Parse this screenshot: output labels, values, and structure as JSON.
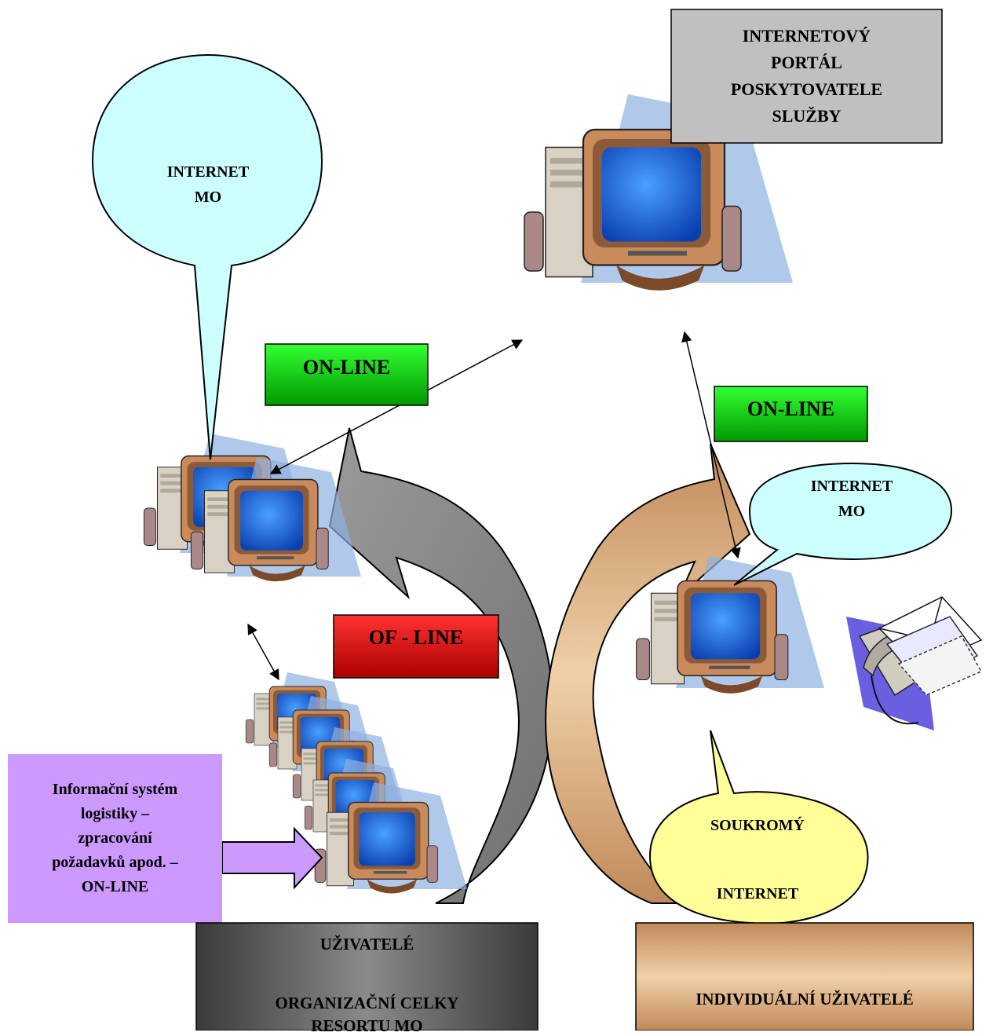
{
  "portal_box": {
    "lines": [
      "INTERNETOVÝ",
      "PORTÁL",
      "POSKYTOVATELE",
      "SLUŽBY"
    ],
    "color": "#c0c0c0"
  },
  "bubble_internet_mo_left": {
    "lines": [
      "INTERNET",
      "MO"
    ],
    "color": "#ccffff"
  },
  "bubble_internet_mo_right": {
    "lines": [
      "INTERNET",
      "MO"
    ],
    "color": "#ccffff"
  },
  "bubble_private_internet": {
    "lines": [
      "SOUKROMÝ",
      "INTERNET"
    ],
    "color": "#ffff99"
  },
  "online_label_left": {
    "text": "ON-LINE",
    "color": "#00cc00"
  },
  "online_label_right": {
    "text": "ON-LINE",
    "color": "#00cc00"
  },
  "offline_label": {
    "text": "OF - LINE",
    "color": "#dd0000"
  },
  "info_system_box": {
    "lines": [
      "Informační systém",
      "logistiky –",
      "zpracování",
      "požadavků apod. –",
      "ON-LINE"
    ],
    "color": "#cc99ff"
  },
  "users_org_box": {
    "lines": [
      "UŽIVATELÉ",
      "ORGANIZAČNÍ CELKY",
      "RESORTU MO"
    ],
    "color": "#707070"
  },
  "individual_users_box": {
    "text": "INDIVIDUÁLNÍ UŽIVATELÉ",
    "color": "#c89a70"
  },
  "icons": [
    "computer-icon",
    "telephone-icon",
    "envelope-icon"
  ]
}
